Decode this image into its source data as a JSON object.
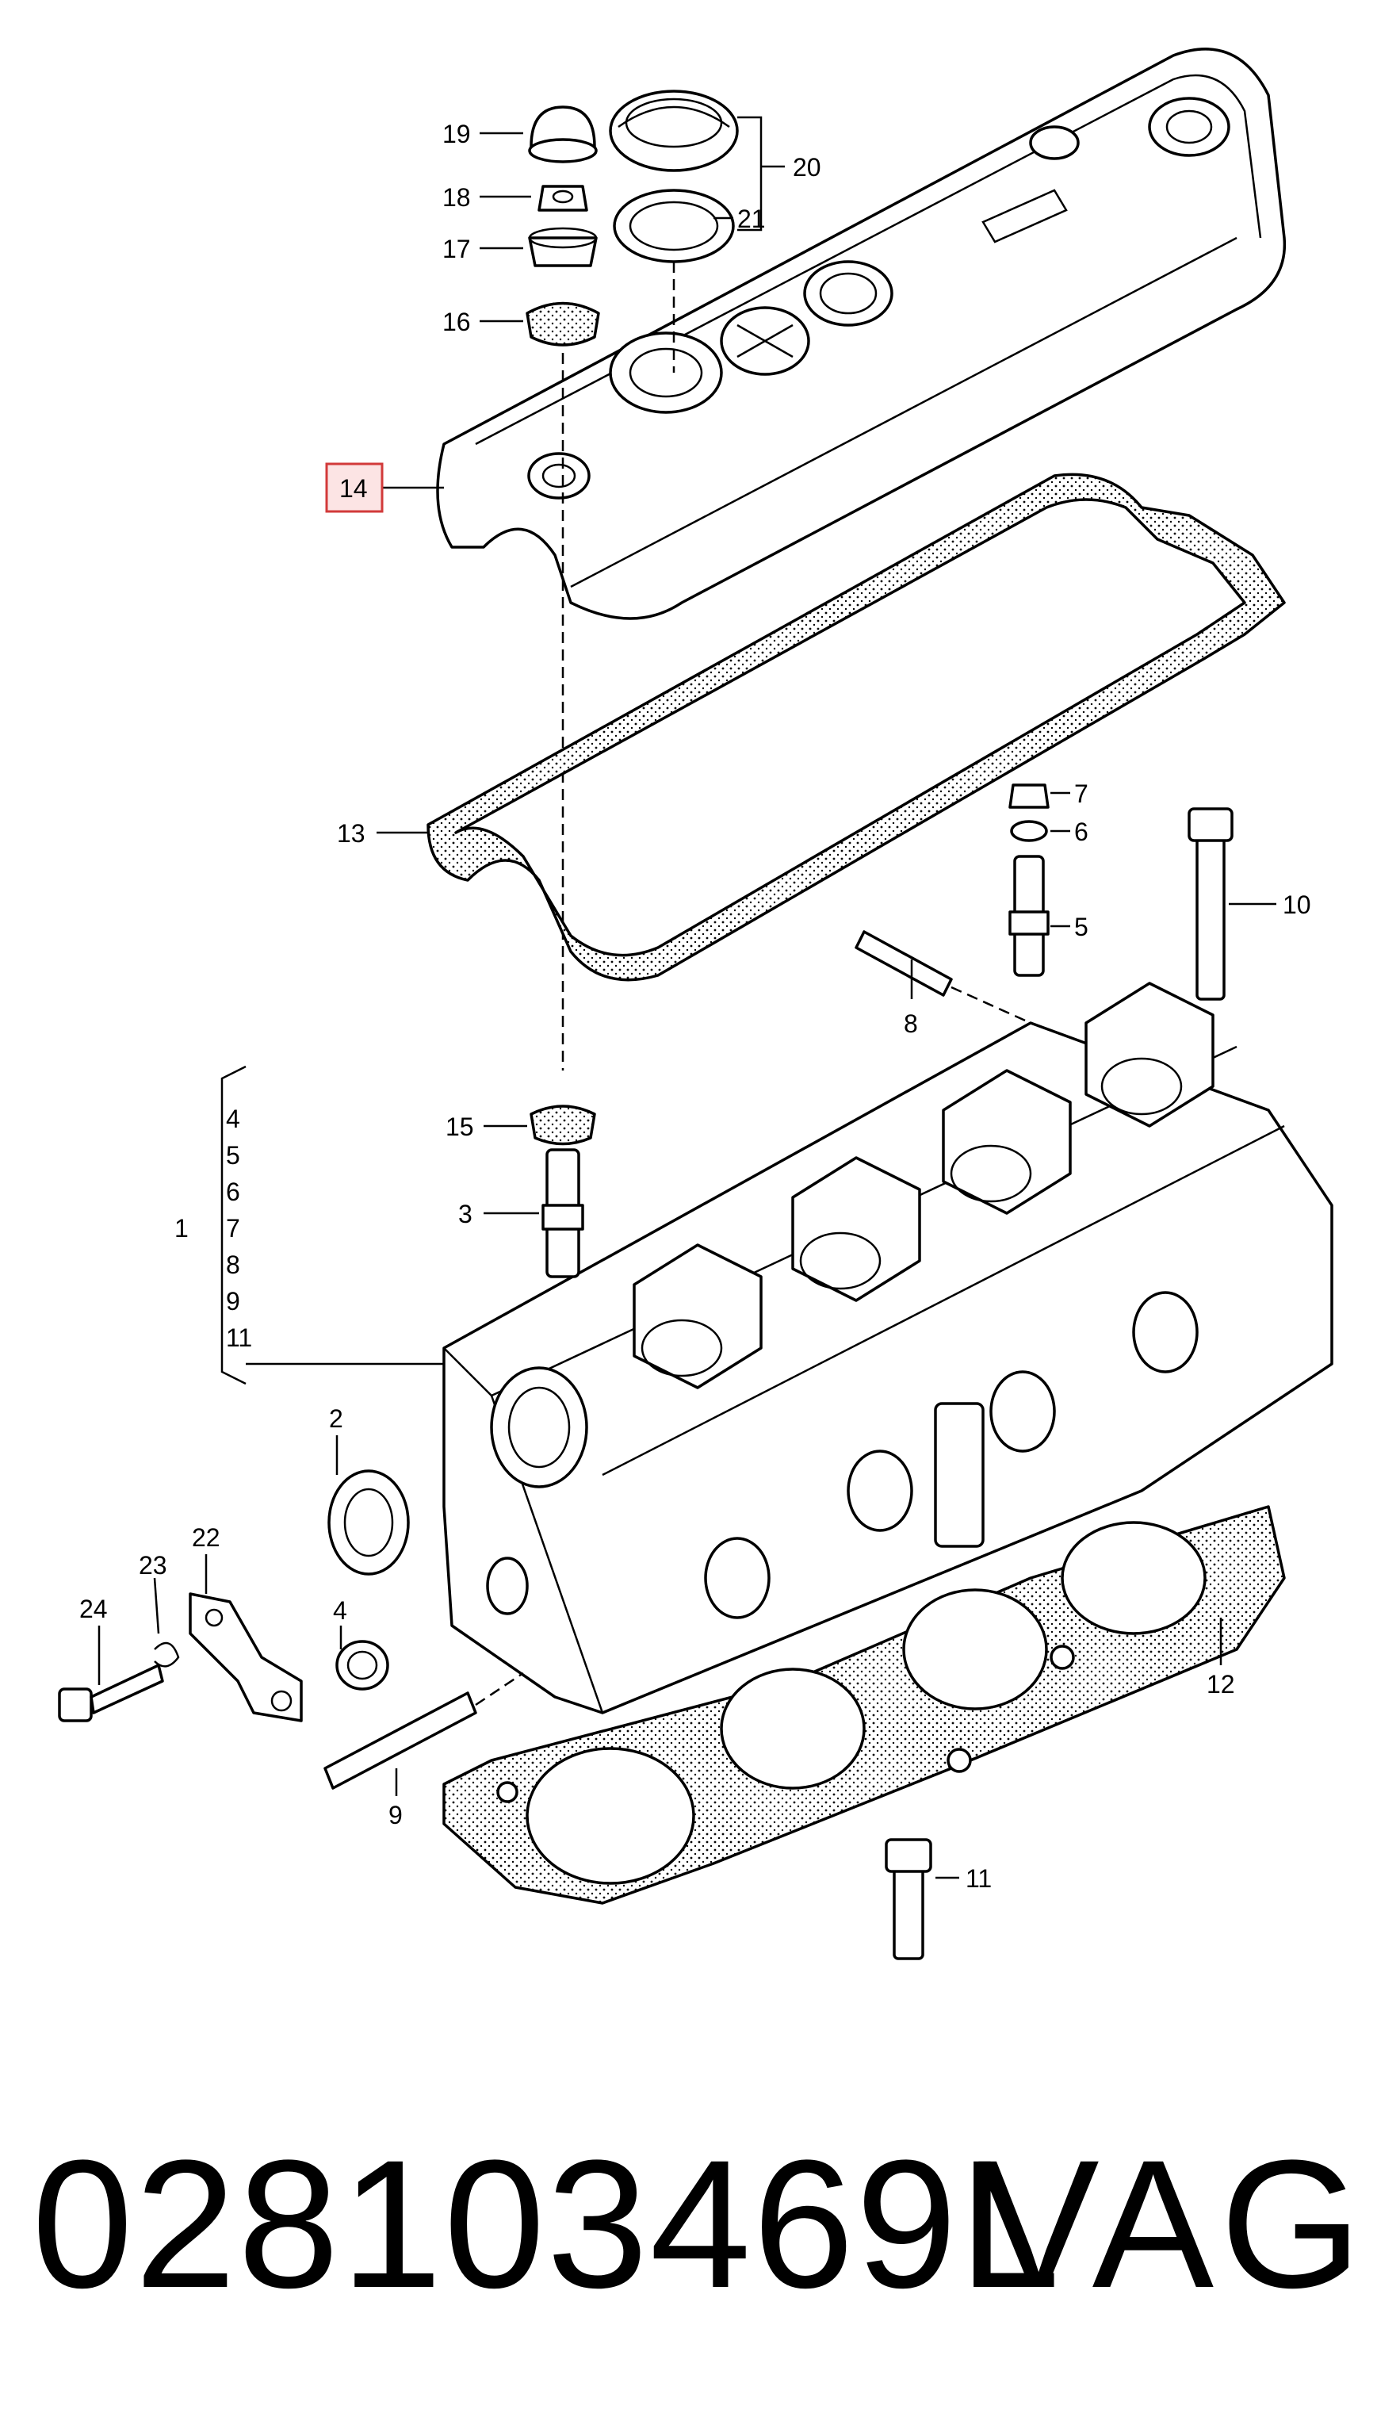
{
  "callouts": {
    "c1": "1",
    "c2": "2",
    "c3": "3",
    "c4a": "4",
    "c4b": "4",
    "c5a": "5",
    "c5b": "5",
    "c6a": "6",
    "c6b": "6",
    "c7a": "7",
    "c7b": "7",
    "c8a": "8",
    "c8b": "8",
    "c9a": "9",
    "c9b": "9",
    "c10": "10",
    "c11a": "11",
    "c11b": "11",
    "c12": "12",
    "c13": "13",
    "c14": "14",
    "c15": "15",
    "c16": "16",
    "c17": "17",
    "c18": "18",
    "c19": "19",
    "c20": "20",
    "c21": "21",
    "c22": "22",
    "c23": "23",
    "c24": "24"
  },
  "highlighted_callout": "14",
  "highlight_color": "#d23a3a",
  "footer": {
    "part_number": "028103469L",
    "brand": "VAG"
  }
}
